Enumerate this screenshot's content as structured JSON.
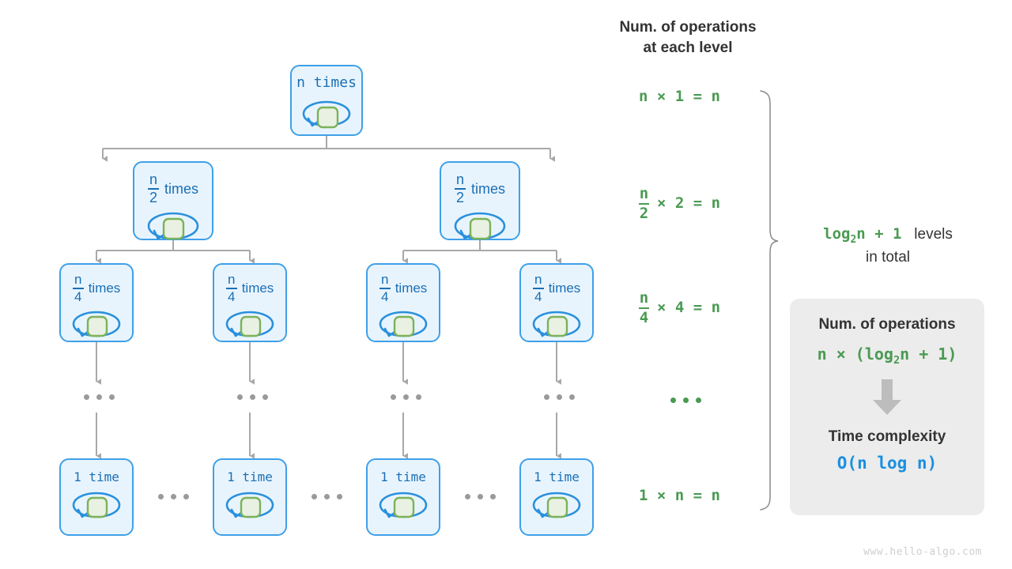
{
  "diagram": {
    "title_right": "Num. of operations\nat each level",
    "watermark": "www.hello-algo.com",
    "colors": {
      "node_fill": "#e8f4fd",
      "node_border": "#3fa0e8",
      "inner_fill": "#e9f1e2",
      "inner_border": "#7cb25a",
      "loop_arrow": "#2a90dc",
      "connector": "#a8a8a8",
      "formula_green": "#4a9a52",
      "text_dark": "#333333",
      "result_blue": "#1a8fe0",
      "card_bg": "#ececec",
      "watermark_gray": "#cfcfcf"
    },
    "levels": [
      {
        "id": "level-1",
        "nodes": [
          {
            "id": "node-l1-1",
            "label_kind": "plain",
            "label": "n times"
          }
        ],
        "formula": {
          "kind": "plain",
          "text": "n × 1 = n"
        }
      },
      {
        "id": "level-2",
        "nodes": [
          {
            "id": "node-l2-1",
            "label_kind": "fraction",
            "num": "n",
            "den": "2",
            "label": "times"
          },
          {
            "id": "node-l2-2",
            "label_kind": "fraction",
            "num": "n",
            "den": "2",
            "label": "times"
          }
        ],
        "formula": {
          "kind": "fraction",
          "num": "n",
          "den": "2",
          "text": "× 2 = n"
        }
      },
      {
        "id": "level-3",
        "nodes": [
          {
            "id": "node-l3-1",
            "label_kind": "fraction",
            "num": "n",
            "den": "4",
            "label": "times"
          },
          {
            "id": "node-l3-2",
            "label_kind": "fraction",
            "num": "n",
            "den": "4",
            "label": "times"
          },
          {
            "id": "node-l3-3",
            "label_kind": "fraction",
            "num": "n",
            "den": "4",
            "label": "times"
          },
          {
            "id": "node-l3-4",
            "label_kind": "fraction",
            "num": "n",
            "den": "4",
            "label": "times"
          }
        ],
        "formula": {
          "kind": "fraction",
          "num": "n",
          "den": "4",
          "text": "× 4 = n"
        }
      },
      {
        "id": "level-ellipsis",
        "nodes": [],
        "formula": {
          "kind": "dots",
          "text": "• • •"
        }
      },
      {
        "id": "level-last",
        "nodes": [
          {
            "id": "node-l4-1",
            "label_kind": "plain",
            "label": "1 time"
          },
          {
            "id": "node-l4-2",
            "label_kind": "plain",
            "label": "1 time"
          },
          {
            "id": "node-l4-3",
            "label_kind": "plain",
            "label": "1 time"
          },
          {
            "id": "node-l4-4",
            "label_kind": "plain",
            "label": "1 time"
          }
        ],
        "formula": {
          "kind": "plain",
          "text": "1 × n = n"
        }
      }
    ],
    "brace_note": {
      "formula_pre": "log",
      "formula_sub": "2",
      "formula_post": "n + 1",
      "text": "levels",
      "text_line2": "in total"
    },
    "summary_card": {
      "head_1": "Num. of operations",
      "formula_pre": "n × (log",
      "formula_sub": "2",
      "formula_post": "n + 1)",
      "arrow": "down-arrow",
      "head_2": "Time complexity",
      "result": "O(n log n)"
    }
  }
}
